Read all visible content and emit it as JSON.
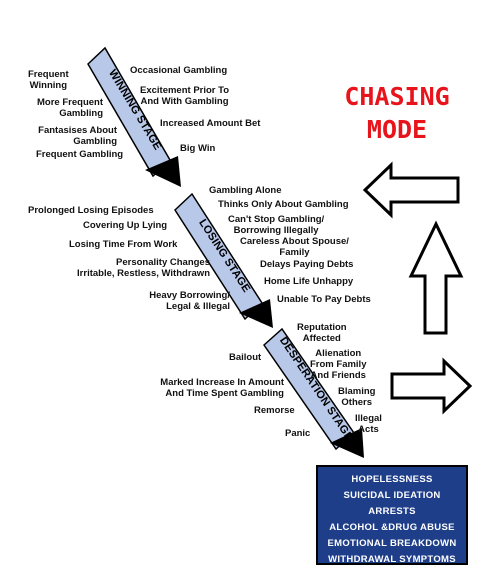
{
  "stages": {
    "winning": "WINNING STAGE",
    "losing": "LOSING STAGE",
    "desperation": "DESPERATION STAGE"
  },
  "winning_left": [
    "Frequent\nWinning",
    "More Frequent\nGambling",
    "Fantasises About\nGambling",
    "Frequent Gambling"
  ],
  "winning_right": [
    "Occasional Gambling",
    "Excitement Prior To\nAnd With Gambling",
    "Increased Amount Bet",
    "Big Win"
  ],
  "losing_left": [
    "Prolonged Losing Episodes",
    "Covering Up Lying",
    "Losing Time From Work",
    "Personality Changes\nIrritable, Restless, Withdrawn",
    "Heavy Borrowing/\nLegal & Illegal"
  ],
  "losing_right": [
    "Gambling Alone",
    "Thinks Only About Gambling",
    "Can't Stop Gambling/\nBorrowing Illegally",
    "Careless About Spouse/\nFamily",
    "Delays Paying Debts",
    "Home Life Unhappy",
    "Unable To Pay Debts"
  ],
  "desperation_left": [
    "Bailout",
    "Marked Increase In Amount\nAnd Time Spent Gambling",
    "Remorse",
    "Panic"
  ],
  "desperation_right": [
    "Reputation\nAffected",
    "Alienation\nFrom Family\nAnd Friends",
    "Blaming\nOthers",
    "Illegal\nActs"
  ],
  "chasing_mode": "CHASING\nMODE",
  "outcomes": [
    "HOPELESSNESS",
    "SUICIDAL IDEATION",
    "ARRESTS",
    "ALCOHOL &DRUG ABUSE",
    "EMOTIONAL BREAKDOWN",
    "WITHDRAWAL SYMPTOMS"
  ],
  "colors": {
    "stage_fill": "#b8c8e8",
    "chasing_text": "#e8141c",
    "outcome_box": "#1f3e8a"
  },
  "icons": [
    "arrow-left-icon",
    "arrow-up-icon",
    "arrow-right-icon"
  ]
}
